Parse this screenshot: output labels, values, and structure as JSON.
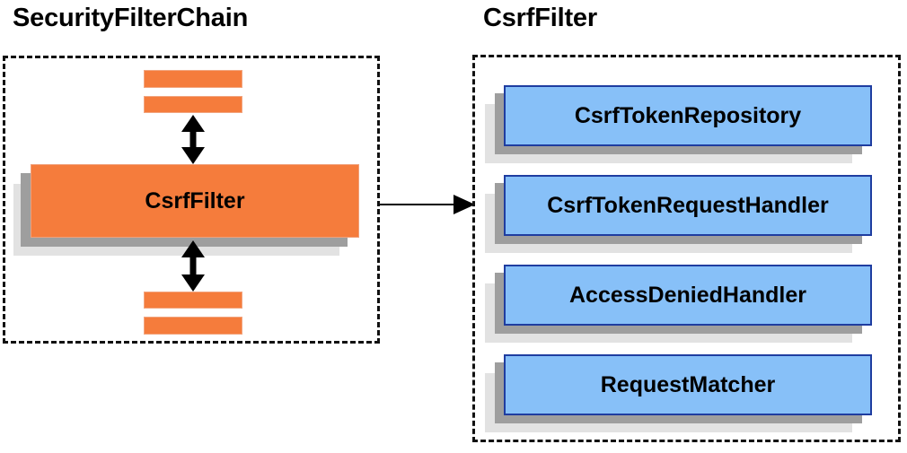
{
  "diagram": {
    "title_left": "SecurityFilterChain",
    "title_right": "CsrfFilter",
    "colors": {
      "orange_fill": "#f57c3c",
      "orange_border": "#f0a07a",
      "blue_fill": "#87c0f8",
      "blue_border": "#1f3da0",
      "shadow_near": "#9e9e9e",
      "shadow_far": "#e2e2e2",
      "outline": "#111111",
      "text": "#000000"
    }
  },
  "left_panel": {
    "title": "SecurityFilterChain",
    "filter_card": {
      "label": "CsrfFilter"
    },
    "stubs": [
      {
        "name": "filter-stub-1"
      },
      {
        "name": "filter-stub-2"
      },
      {
        "name": "filter-stub-3"
      },
      {
        "name": "filter-stub-4"
      }
    ],
    "arrows": [
      {
        "name": "arrow-up-chain",
        "direction": "bidirectional"
      },
      {
        "name": "arrow-down-chain",
        "direction": "bidirectional"
      }
    ]
  },
  "connector": {
    "name": "csrf-filter-detail-arrow",
    "direction": "left-to-right"
  },
  "right_panel": {
    "title": "CsrfFilter",
    "collaborators": [
      {
        "label": "CsrfTokenRepository"
      },
      {
        "label": "CsrfTokenRequestHandler"
      },
      {
        "label": "AccessDeniedHandler"
      },
      {
        "label": "RequestMatcher"
      }
    ]
  }
}
